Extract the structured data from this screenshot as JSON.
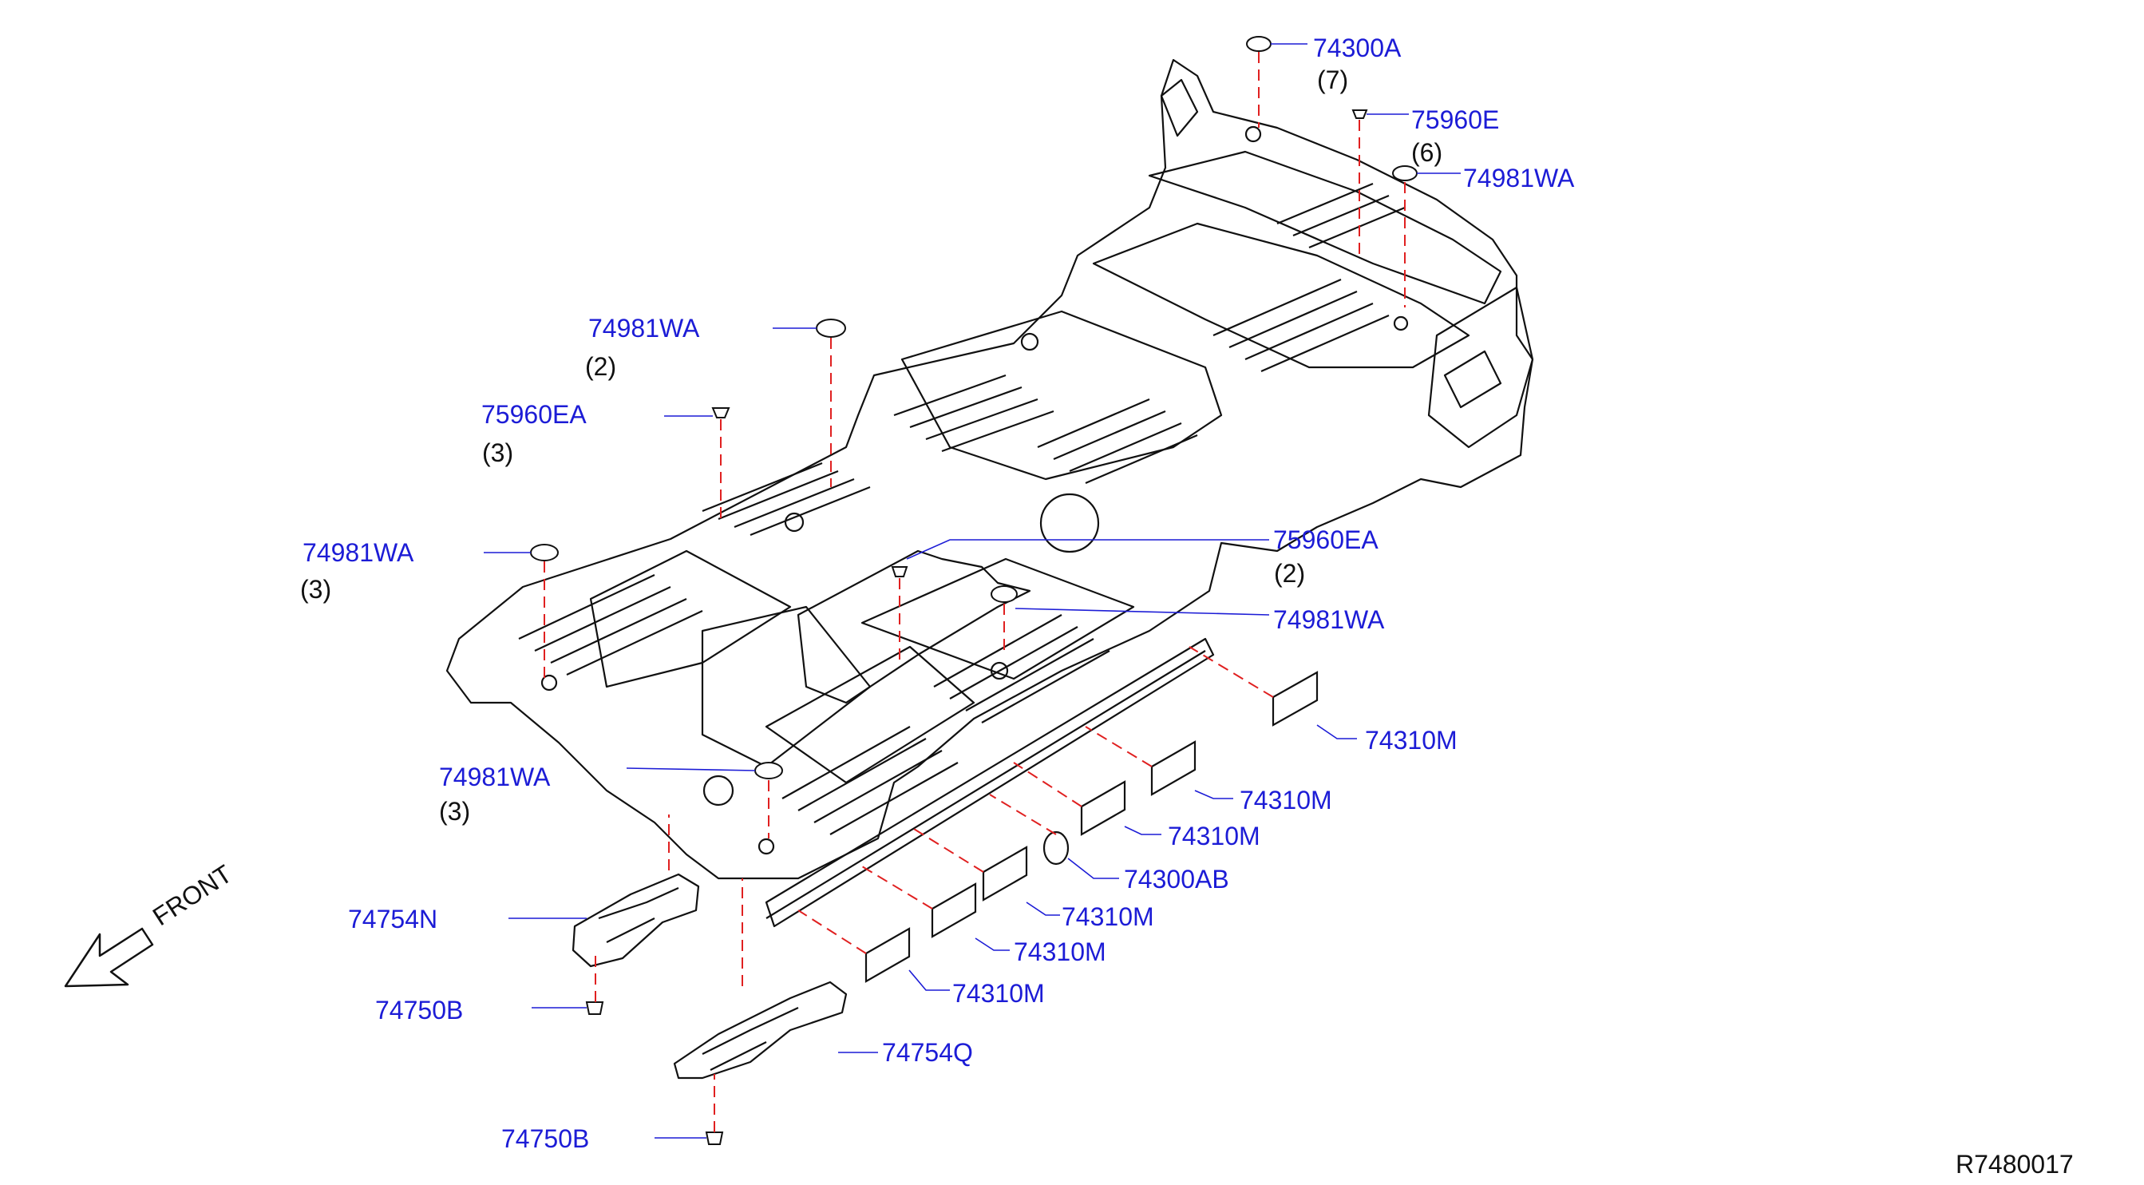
{
  "colors": {
    "part_number": "#1c1cd6",
    "leader_line": "#1c1cd6",
    "dash_line": "#e02020",
    "drawing": "#111111"
  },
  "labels": {
    "p74300A": "74300A",
    "q74300A": "(7)",
    "p75960E": "75960E",
    "q75960E": "(6)",
    "p74981WA_r": "74981WA",
    "p74981WA_top": "74981WA",
    "q74981WA_top": "(2)",
    "p75960EA_left": "75960EA",
    "q75960EA_left": "(3)",
    "p74981WA_left": "74981WA",
    "q74981WA_left": "(3)",
    "p75960EA_mid": "75960EA",
    "q75960EA_mid": "(2)",
    "p74981WA_mid": "74981WA",
    "p74981WA_low": "74981WA",
    "q74981WA_low": "(3)",
    "p74310M_1": "74310M",
    "p74310M_2": "74310M",
    "p74310M_3": "74310M",
    "p74300AB": "74300AB",
    "p74310M_4": "74310M",
    "p74310M_5": "74310M",
    "p74310M_6": "74310M",
    "p74754N": "74754N",
    "p74750B_1": "74750B",
    "p74754Q": "74754Q",
    "p74750B_2": "74750B"
  },
  "front_label": "FRONT",
  "diagram_code": "R7480017"
}
